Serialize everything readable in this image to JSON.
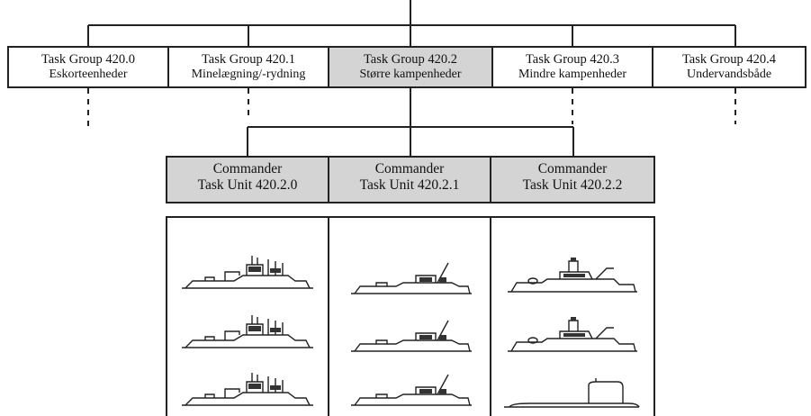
{
  "header_fragment": "(                                       )",
  "task_groups": [
    {
      "line1": "Task Group 420.0",
      "line2": "Eskorteenheder",
      "shaded": false
    },
    {
      "line1": "Task Group 420.1",
      "line2": "Minelægning/-rydning",
      "shaded": false
    },
    {
      "line1": "Task Group 420.2",
      "line2": "Større kampenheder",
      "shaded": true
    },
    {
      "line1": "Task Group 420.3",
      "line2": "Mindre kampenheder",
      "shaded": false
    },
    {
      "line1": "Task Group 420.4",
      "line2": "Undervandsbåde",
      "shaded": false
    }
  ],
  "task_units": [
    {
      "line1": "Commander",
      "line2": "Task Unit 420.2.0"
    },
    {
      "line1": "Commander",
      "line2": "Task Unit 420.2.1"
    },
    {
      "line1": "Commander",
      "line2": "Task Unit 420.2.2"
    }
  ],
  "ship_panels": [
    {
      "ships": [
        "frigate",
        "frigate",
        "frigate"
      ]
    },
    {
      "ships": [
        "torpedo-boat",
        "torpedo-boat",
        "torpedo-boat"
      ]
    },
    {
      "ships": [
        "missile-boat",
        "missile-boat",
        "submarine"
      ]
    }
  ],
  "colors": {
    "line": "#222222",
    "shaded_box": "#d4d4d4"
  }
}
